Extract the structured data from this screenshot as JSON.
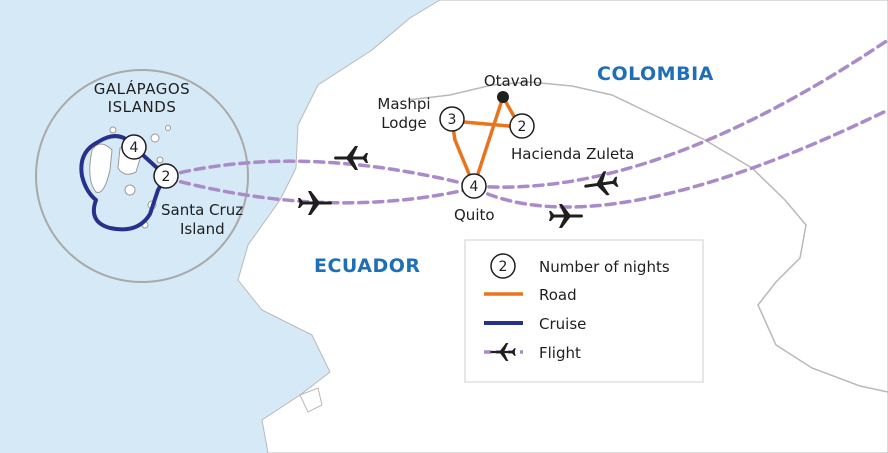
{
  "colors": {
    "sea": "#d6e9f6",
    "land": "#ffffff",
    "road": "#e8741e",
    "cruise": "#27318b",
    "flight": "#a98bc9",
    "country_label": "#1f6fb6",
    "inset_fill": "#d6e9f6",
    "inset_border": "#a9a9a9"
  },
  "countries": {
    "colombia": "COLOMBIA",
    "ecuador": "ECUADOR"
  },
  "inset": {
    "title_line1": "GALÁPAGOS",
    "title_line2": "ISLANDS"
  },
  "places": {
    "otavalo": "Otavalo",
    "mashpi_line1": "Mashpi",
    "mashpi_line2": "Lodge",
    "hacienda": "Hacienda Zuleta",
    "quito": "Quito",
    "santa_cruz_line1": "Santa Cruz",
    "santa_cruz_line2": "Island"
  },
  "nights": {
    "mashpi": "3",
    "hacienda": "2",
    "quito": "4",
    "santa_cruz": "2",
    "cruise": "4"
  },
  "legend": {
    "nights_sample": "2",
    "nights_label": "Number of nights",
    "road_label": "Road",
    "cruise_label": "Cruise",
    "flight_label": "Flight"
  },
  "icons": [
    "plane-icon"
  ]
}
